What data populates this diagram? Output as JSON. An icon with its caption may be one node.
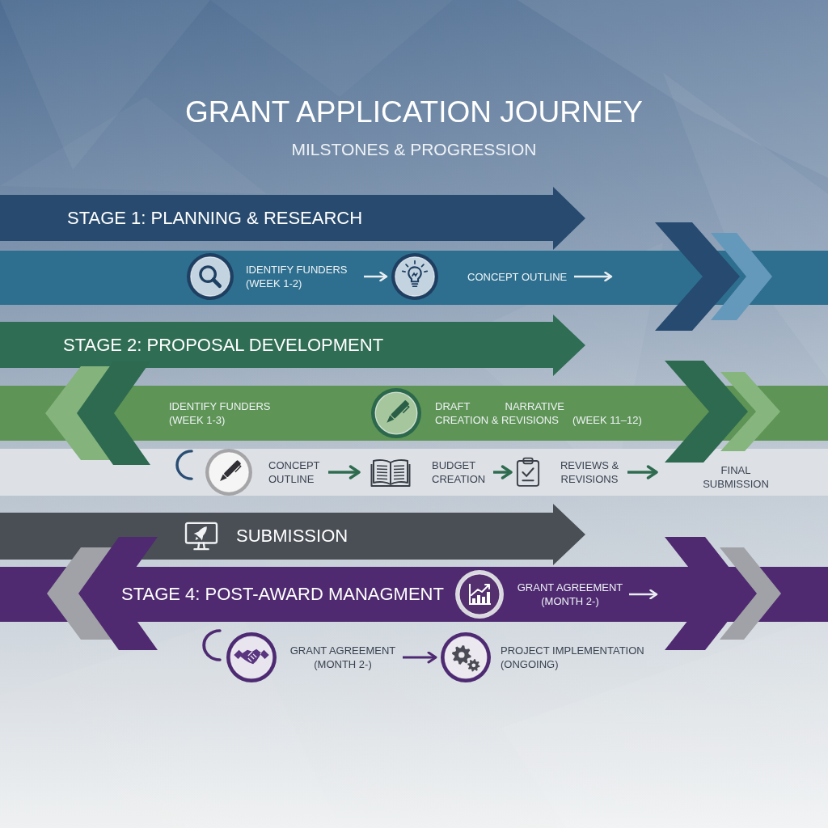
{
  "diagram": {
    "title": "GRANT APPLICATION JOURNEY",
    "nodes": [
      {
        "text": [
          "STAGE 1: PLANNING & RESEARCH"
        ]
      },
      {
        "text": [],
        "shape": "bar"
      },
      {
        "text": [
          "IDENTIFY FUNDERS (WEEK 1-2)"
        ],
        "in": 1
      },
      {
        "text": [
          "CONCEPT OUTLINE"
        ],
        "in": 1
      },
      {
        "text": [
          "STAGE 2: PROPOSAL DEVELOPMENT"
        ]
      },
      {
        "text": [],
        "shape": "bar"
      },
      {
        "text": [
          "IDENTIFY FUNDERS (WEEK 1-3)"
        ],
        "in": 5
      },
      {
        "text": [
          "DRAFT NARRATIVE CREATION & REVISIONS",
          "(WEEK 11–12)"
        ],
        "in": 5
      },
      {
        "text": [],
        "shape": "bar"
      },
      {
        "text": [
          "CONCEPT OUTLINE"
        ],
        "in": 8
      },
      {
        "text": [
          "BUDGET CREATION"
        ],
        "in": 8
      },
      {
        "text": [
          "REVIEWS & REVISIONS"
        ],
        "in": 8
      },
      {
        "text": [
          "FINAL SUBMISSION"
        ],
        "in": 8
      },
      {
        "text": [
          "SUBMISSION"
        ]
      },
      {
        "text": [
          "STAGE 4: POST-AWARD MANAGMENT"
        ]
      },
      {
        "text": [
          "GRANT AGREEMENT (MONTH 2-)"
        ],
        "in": 14
      },
      {
        "text": [
          "GRANT AGREEMENT (MONTH 2-)"
        ]
      },
      {
        "text": [
          "PROJECT IMPLEMENTATION (ONGOING)"
        ]
      }
    ],
    "edges": [
      {
        "from": 2,
        "to": 3,
        "arrow": "to"
      },
      {
        "from": 3,
        "to": null,
        "arrow": "to"
      },
      {
        "from": 9,
        "to": 10,
        "arrow": "to",
        "color": "#2f6b4f"
      },
      {
        "from": 10,
        "to": 11,
        "arrow": "to",
        "color": "#2f6b4f"
      },
      {
        "from": 11,
        "to": 12,
        "arrow": "to",
        "color": "#2f6b4f"
      },
      {
        "from": 15,
        "to": null,
        "arrow": "to"
      },
      {
        "from": 16,
        "to": 17,
        "arrow": "to",
        "color": "#4e2a72"
      }
    ],
    "labels": [
      "MILSTONES & PROGRESSION"
    ]
  }
}
